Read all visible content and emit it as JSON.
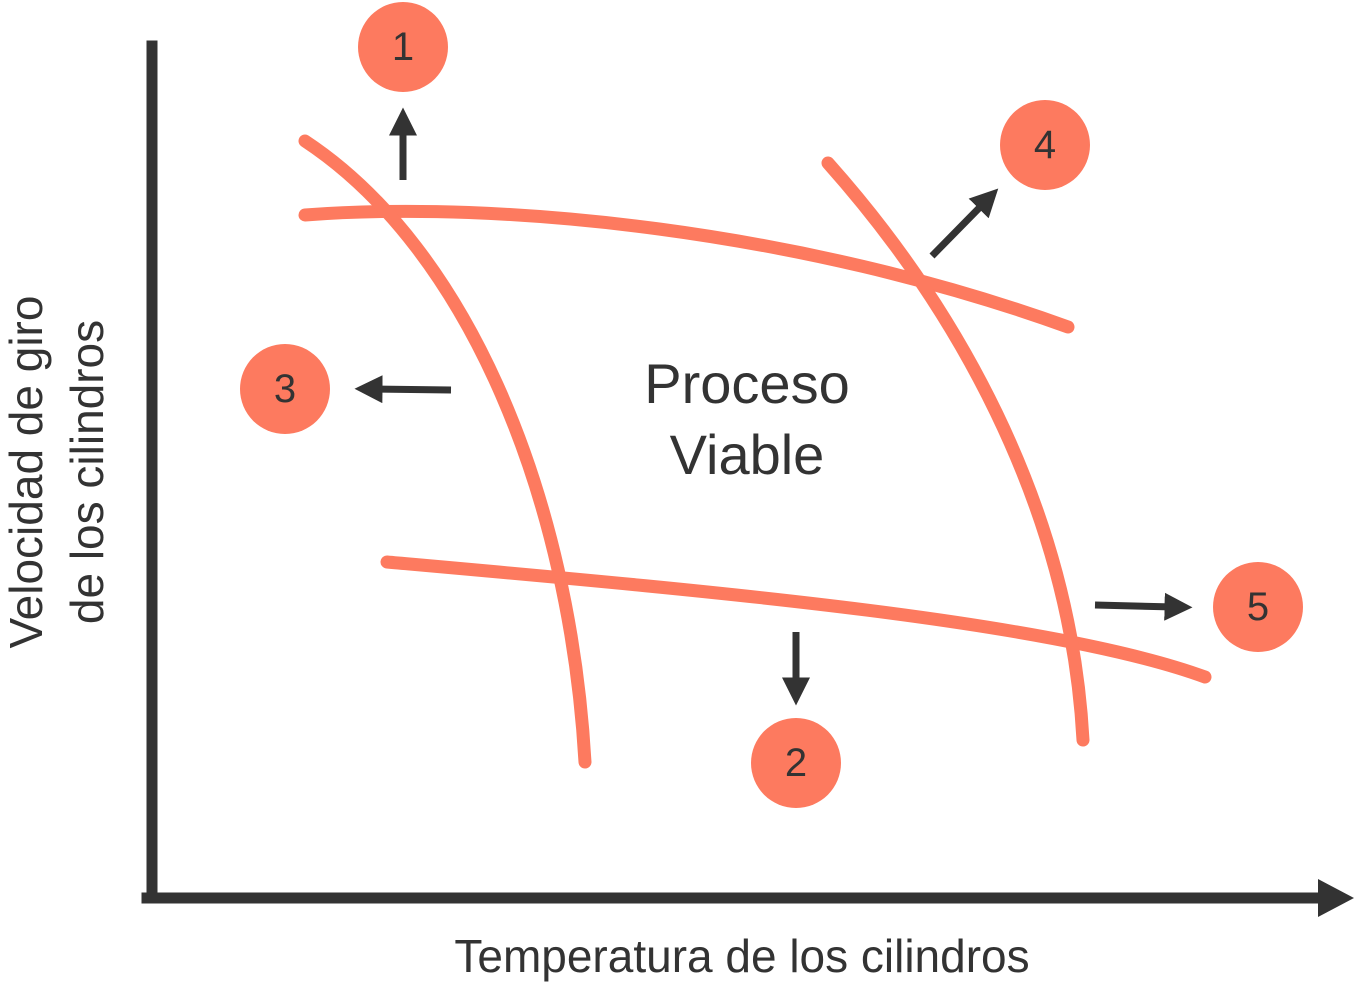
{
  "colors": {
    "curve": "#fd7a5f",
    "badge": "#fd7a5f",
    "ink": "#333333",
    "background": "#ffffff"
  },
  "axes": {
    "x_label": "Temperatura de los cilindros",
    "y_label_line1": "Velocidad de giro",
    "y_label_line2": "de los cilindros"
  },
  "region": {
    "line1": "Proceso",
    "line2": "Viable"
  },
  "limits": [
    {
      "label": "1",
      "direction": "up"
    },
    {
      "label": "2",
      "direction": "down"
    },
    {
      "label": "3",
      "direction": "left"
    },
    {
      "label": "4",
      "direction": "up-right"
    },
    {
      "label": "5",
      "direction": "right"
    }
  ]
}
